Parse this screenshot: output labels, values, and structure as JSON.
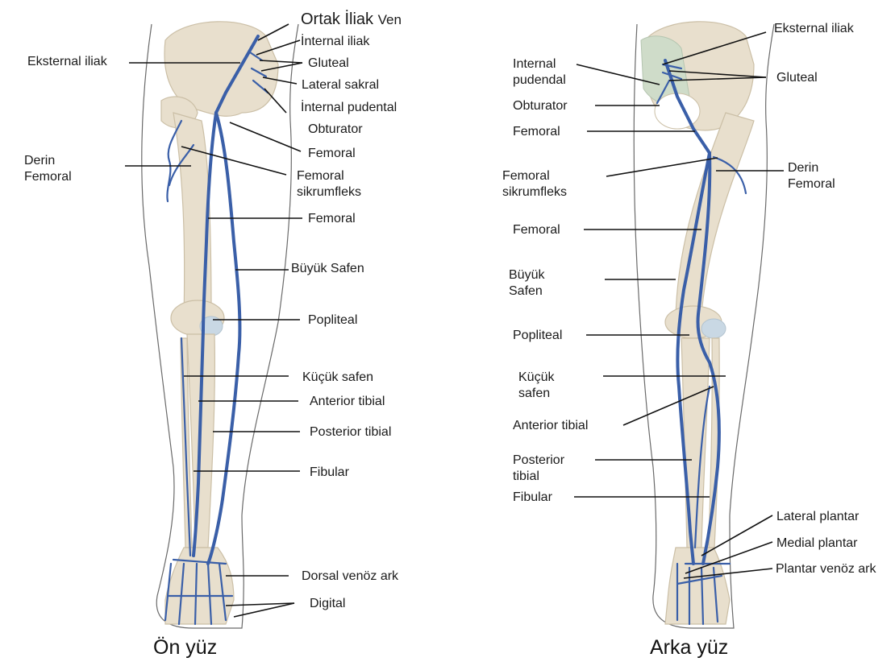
{
  "colors": {
    "vein": "#3a5fa8",
    "bone": "#e6ddcb",
    "bone_edge": "#c9bfa9",
    "skin": "#555555",
    "leader": "#111111",
    "pelvis_green": "#cfdcc9"
  },
  "front": {
    "caption": "Ön yüz",
    "labels": {
      "ortak_iliak": "Ortak İliak",
      "ortak_iliak_ven": "Ven",
      "internal_iliak": "İnternal iliak",
      "gluteal": "Gluteal",
      "lateral_sakral": "Lateral sakral",
      "internal_pudental": "İnternal pudental",
      "obturator": "Obturator",
      "femoral_1": "Femoral",
      "femoral_sirkumfleks": "Femoral sikrumfleks",
      "femoral_2": "Femoral",
      "buyuk_safen": "Büyük Safen",
      "popliteal": "Popliteal",
      "kucuk_safen": "Küçük safen",
      "anterior_tibial": "Anterior tibial",
      "posterior_tibial": "Posterior tibial",
      "fibular": "Fibular",
      "dorsal_venoz_ark": "Dorsal venöz ark",
      "digital": "Digital",
      "eksternal_iliak": "Eksternal iliak",
      "derin_femoral": "Derin Femoral"
    }
  },
  "back": {
    "caption": "Arka yüz",
    "labels": {
      "eksternal_iliak": "Eksternal iliak",
      "gluteal": "Gluteal",
      "derin_femoral": "Derin Femoral",
      "internal_pudendal": "Internal pudendal",
      "obturator": "Obturator",
      "femoral_1": "Femoral",
      "femoral_sirkumfleks": "Femoral sikrumfleks",
      "femoral_2": "Femoral",
      "buyuk_safen": "Büyük Safen",
      "popliteal": "Popliteal",
      "kucuk_safen": "Küçük safen",
      "anterior_tibial": "Anterior tibial",
      "posterior_tibial": "Posterior tibial",
      "fibular": "Fibular",
      "lateral_plantar": "Lateral plantar",
      "medial_plantar": "Medial plantar",
      "plantar_venoz_ark": "Plantar venöz ark"
    }
  }
}
